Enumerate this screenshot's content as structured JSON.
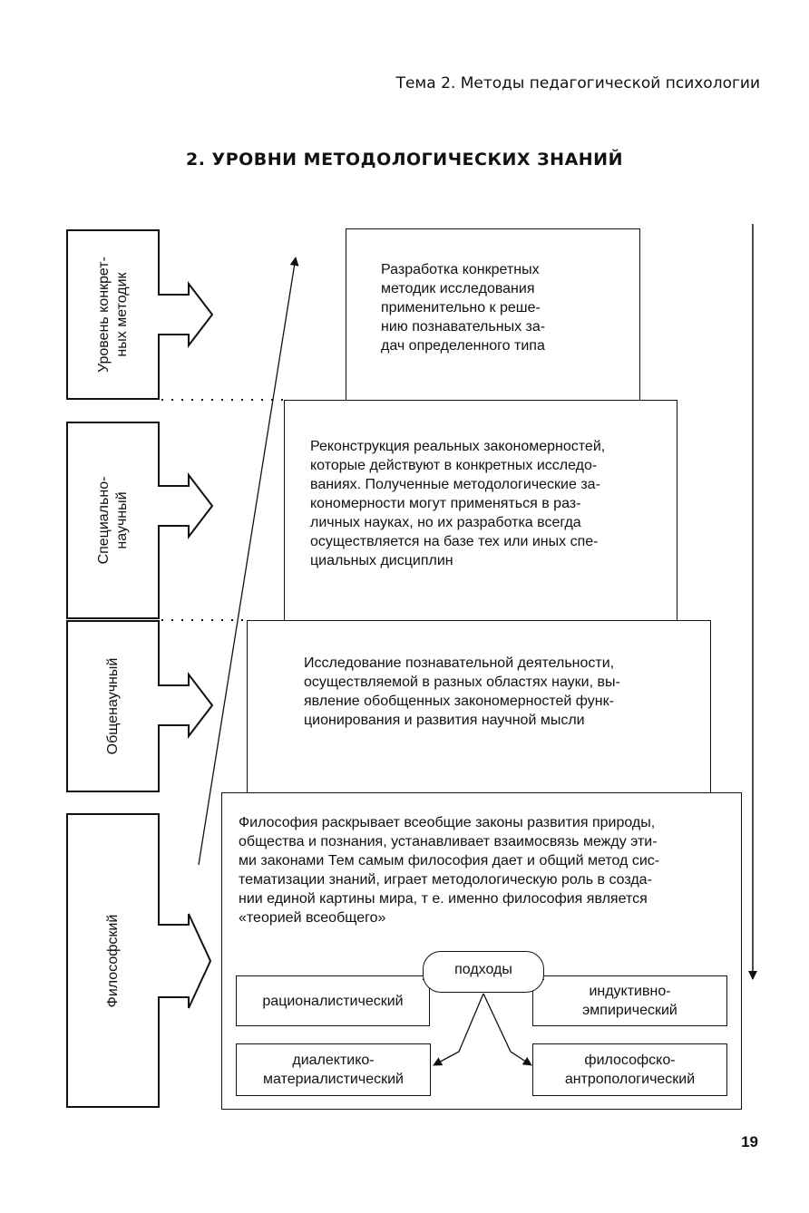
{
  "header": {
    "running_title": "Тема 2. Методы педагогической психологии"
  },
  "diagram": {
    "title": "2. УРОВНИ МЕТОДОЛОГИЧЕСКИХ ЗНАНИЙ",
    "levels": [
      {
        "label_line1": "Уровень конкрет-",
        "label_line2": "ных методик"
      },
      {
        "label_line1": "Специально-",
        "label_line2": "научный"
      },
      {
        "label_line1": "Общенаучный",
        "label_line2": ""
      },
      {
        "label_line1": "Философский",
        "label_line2": ""
      }
    ],
    "descriptions": [
      [
        "Разработка конкретных",
        "методик исследования",
        "применительно к реше-",
        "нию познавательных за-",
        "дач определенного типа"
      ],
      [
        "Реконструкция реальных закономерностей,",
        "которые действуют в конкретных исследо-",
        "ваниях. Полученные методологические за-",
        "кономерности могут применяться в раз-",
        "личных науках, но их разработка всегда",
        "осуществляется на базе тех или иных спе-",
        "циальных дисциплин"
      ],
      [
        "Исследование познавательной деятельности,",
        "осуществляемой в разных областях науки, вы-",
        "явление обобщенных закономерностей функ-",
        "ционирования и развития научной мысли"
      ],
      [
        "Философия раскрывает всеобщие законы развития природы,",
        "общества и познания, устанавливает взаимосвязь между эти-",
        "ми законами Тем самым философия дает и общий метод сис-",
        "тематизации знаний, играет методологическую роль в созда-",
        "нии единой картины мира, т е. именно философия является",
        "«теорией всеобщего»"
      ]
    ],
    "approaches": {
      "label": "подходы",
      "rationalistic": "рационалистический",
      "inductive_line1": "индуктивно-",
      "inductive_line2": "эмпирический",
      "dialectic_line1": "диалектико-",
      "dialectic_line2": "материалистический",
      "anthropological_line1": "философско-",
      "anthropological_line2": "антропологический"
    }
  },
  "page_number": "19"
}
